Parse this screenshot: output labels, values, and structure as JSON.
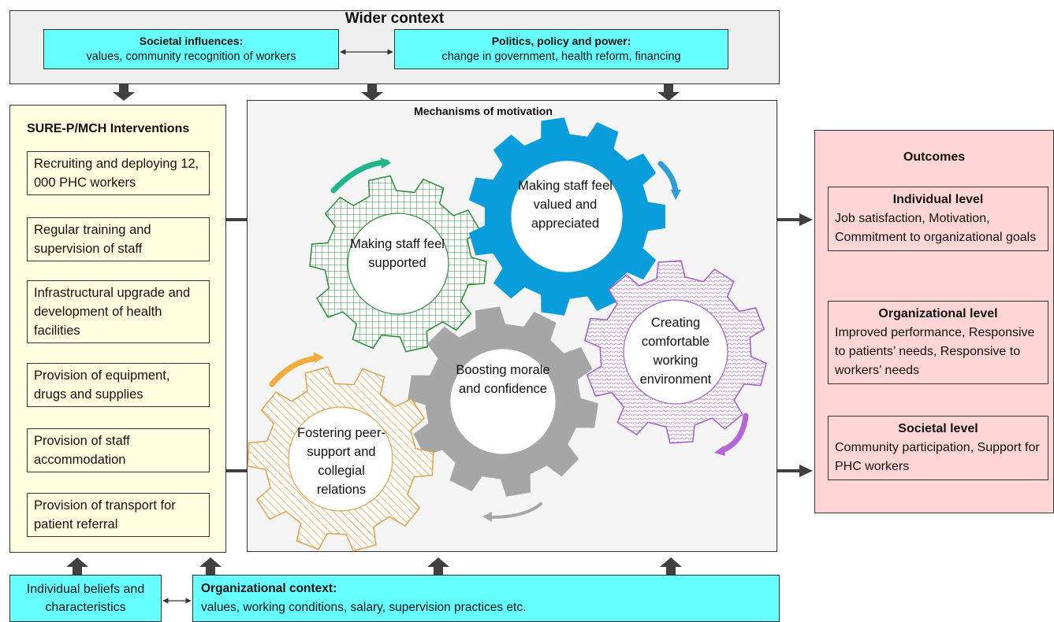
{
  "wider_context": {
    "title": "Wider context",
    "societal": {
      "title": "Societal influences:",
      "text": "values, community recognition of workers"
    },
    "politics": {
      "title": "Politics, policy and power:",
      "text": "change in government, health reform, financing"
    }
  },
  "interventions": {
    "title": "SURE-P/MCH Interventions",
    "items": [
      "Recruiting and deploying 12, 000 PHC workers",
      "Regular training and supervision of staff",
      "Infrastructural upgrade and development of health facilities",
      "Provision of equipment, drugs and supplies",
      "Provision of staff accommodation",
      "Provision of transport for patient referral"
    ]
  },
  "mechanisms": {
    "title": "Mechanisms of motivation",
    "gears": [
      {
        "label": "Making staff feel supported",
        "color": "#2e8b3a",
        "pattern": "grid"
      },
      {
        "label": "Making staff feel valued and appreciated",
        "color": "#0a9ddb",
        "pattern": "solid"
      },
      {
        "label": "Creating comfortable working environment",
        "color": "#a35bcf",
        "pattern": "dots"
      },
      {
        "label": "Boosting morale and confidence",
        "color": "#a6a6a6",
        "pattern": "solid"
      },
      {
        "label": "Fostering peer-support and collegial relations",
        "color": "#e0a24a",
        "pattern": "hatch"
      }
    ],
    "arrow_colors": [
      "#22b58a",
      "#2a9fd6",
      "#b565d9",
      "#a6a6a6",
      "#f0ad3c"
    ]
  },
  "outcomes": {
    "title": "Outcomes",
    "levels": [
      {
        "title": "Individual level",
        "text": "Job satisfaction, Motivation, Commitment to organizational goals"
      },
      {
        "title": "Organizational level",
        "text": "Improved performance, Responsive to patients’ needs, Responsive to workers’ needs"
      },
      {
        "title": "Societal level",
        "text": "Community participation, Support for PHC workers"
      }
    ]
  },
  "individual": {
    "text": "Individual beliefs and characteristics"
  },
  "organizational": {
    "title": "Organizational context:",
    "text": "values, working conditions, salary, supervision  practices etc."
  },
  "colors": {
    "cyan": "#66ffff",
    "yellow": "#ffffe0",
    "pink": "#ffd5d5",
    "grey": "#efefef"
  }
}
